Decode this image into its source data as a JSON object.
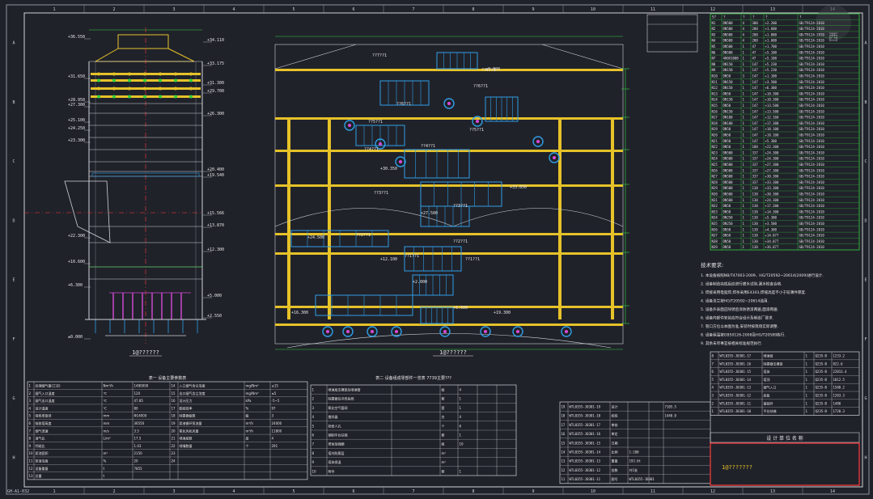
{
  "frame": {
    "col_labels": [
      "1",
      "2",
      "3",
      "4",
      "5",
      "6",
      "7",
      "8",
      "9",
      "10",
      "11",
      "12",
      "13",
      "14"
    ],
    "row_labels": [
      "A",
      "B",
      "C",
      "D",
      "E",
      "F",
      "G",
      "H"
    ],
    "sheet_id": "GH-A1-032"
  },
  "watermark": "西",
  "views": {
    "left_caption": "1@??????",
    "center_caption": "1@??????"
  },
  "elevations_left": [
    "+36.550",
    "+34.110",
    "+33.175",
    "+31.650",
    "+31.300",
    "+29.700",
    "+28.950",
    "+27.300",
    "+26.300",
    "+25.100",
    "+24.250",
    "+23.300",
    "+20.400",
    "+19.540",
    "+15.566",
    "+13.870",
    "+12.300",
    "+22.300",
    "+10.600",
    "+6.300",
    "+5.000",
    "+2.550",
    "±0.000"
  ],
  "center_labels": [
    "??7??1",
    "??7??1",
    "??6??1",
    "??6??1",
    "??5??1",
    "??5??1",
    "??4??1",
    "??4??1",
    "??3??1",
    "??3??1",
    "??2??1",
    "??2??1",
    "??1??1",
    "??1??1",
    "±3.300",
    "+33.850",
    "+30.350",
    "+27.500",
    "+24.500",
    "+19.300",
    "+16.300",
    "+12.100",
    "+3.600",
    "+2.000"
  ],
  "right_table": {
    "header": [
      "S?",
      "?",
      "?",
      "?",
      "?",
      "?"
    ],
    "rows": [
      [
        "N1",
        "DN500",
        "4",
        "300",
        "+2.200",
        "GB/T9124-2010"
      ],
      [
        "N2",
        "DN500",
        "4",
        "200",
        "+1.600",
        "GB/T9124-2010"
      ],
      [
        "N3",
        "DN500",
        "4",
        "200",
        "+1.000",
        "GB/T9124-2010"
      ],
      [
        "N4",
        "DN500",
        "4",
        "200",
        "+1.600",
        "GB/T9124-2010"
      ],
      [
        "N5",
        "DN500",
        "1",
        "47",
        "+1.700",
        "GB/T9124-2010"
      ],
      [
        "N6",
        "DN500",
        "1",
        "47",
        "+5.100",
        "GB/T9124-2010"
      ],
      [
        "N7",
        "400X1000",
        "1",
        "47",
        "+5.100",
        "GB/T9124-2010"
      ],
      [
        "N8",
        "DN150",
        "1",
        "147",
        "+5.230",
        "GB/T9124-2010"
      ],
      [
        "N9",
        "DN150",
        "1",
        "147",
        "+5.230",
        "GB/T9124-2010"
      ],
      [
        "N10",
        "DN50",
        "3",
        "147",
        "+1.100",
        "GB/T9124-2010"
      ],
      [
        "N11",
        "DN150",
        "1",
        "147",
        "+3.500",
        "GB/T9124-2010"
      ],
      [
        "N12",
        "DN150",
        "1",
        "147",
        "+6.300",
        "GB/T9124-2010"
      ],
      [
        "N13",
        "DN50",
        "1",
        "147",
        "+10.300",
        "GB/T9124-2010"
      ],
      [
        "N14",
        "DN150",
        "1",
        "147",
        "+10.300",
        "GB/T9124-2010"
      ],
      [
        "N15",
        "DN50",
        "1",
        "147",
        "+13.500",
        "GB/T9124-2010"
      ],
      [
        "N16",
        "DN150",
        "1",
        "147",
        "+13.500",
        "GB/T9124-2010"
      ],
      [
        "N17",
        "DN100",
        "1",
        "147",
        "+12.160",
        "GB/T9124-2010"
      ],
      [
        "N18",
        "DN100",
        "1",
        "147",
        "+17.300",
        "GB/T9124-2010"
      ],
      [
        "N19",
        "DN50",
        "1",
        "147",
        "+18.100",
        "GB/T9124-2010"
      ],
      [
        "N20",
        "DN50",
        "1",
        "147",
        "+18.100",
        "GB/T9124-2010"
      ],
      [
        "N21",
        "DN50",
        "1",
        "147",
        "+5.300",
        "GB/T9124-2010"
      ],
      [
        "N22",
        "DN50",
        "1",
        "180",
        "+22.300",
        "GB/T9124-2010"
      ],
      [
        "N23",
        "DN500",
        "1",
        "337",
        "+24.300",
        "GB/T9124-2010"
      ],
      [
        "N24",
        "DN500",
        "1",
        "337",
        "+24.300",
        "GB/T9124-2010"
      ],
      [
        "N25",
        "DN500",
        "1",
        "337",
        "+27.300",
        "GB/T9124-2010"
      ],
      [
        "N26",
        "DN500",
        "1",
        "337",
        "+27.300",
        "GB/T9124-2010"
      ],
      [
        "N27",
        "DN500",
        "1",
        "337",
        "+30.300",
        "GB/T9124-2010"
      ],
      [
        "N28",
        "DN500",
        "1",
        "337",
        "+33.300",
        "GB/T9124-2010"
      ],
      [
        "N29",
        "DN500",
        "1",
        "130",
        "+33.300",
        "GB/T9124-2010"
      ],
      [
        "N30",
        "DN500",
        "1",
        "130",
        "+30.300",
        "GB/T9124-2010"
      ],
      [
        "N31",
        "DN500",
        "1",
        "130",
        "+24.300",
        "GB/T9124-2010"
      ],
      [
        "N32",
        "DN50",
        "1",
        "130",
        "+17.200",
        "GB/T9124-2010"
      ],
      [
        "N33",
        "DN50",
        "1",
        "130",
        "+14.300",
        "GB/T9124-2010"
      ],
      [
        "N34",
        "DN250",
        "1",
        "130",
        "+5.300",
        "GB/T9124-2010"
      ],
      [
        "N35",
        "DN250",
        "1",
        "130",
        "+3.500",
        "GB/T9124-2010"
      ],
      [
        "N36",
        "DN50",
        "1",
        "130",
        "+4.300",
        "GB/T9124-2010"
      ],
      [
        "N37",
        "DN50",
        "1",
        "130",
        "+14.077",
        "GB/T9124-2010"
      ],
      [
        "N38",
        "DN50",
        "1",
        "130",
        "+34.077",
        "GB/T9124-2010"
      ],
      [
        "N39",
        "DN50",
        "1",
        "130",
        "+36.077",
        "GB/T9124-2010"
      ]
    ]
  },
  "tech_notes": {
    "title": "技术要求:",
    "lines": [
      "1. 本设备按照NB/T47003-2009、HG/T20592~20614(2009)进行设计.",
      "2. 设备制造完成后应进行盛水试验,漏水检查合格.",
      "3. 焊接采用电弧焊,焊条采用E4303,焊缝高度不小于较薄件厚度.",
      "4. 设备法兰按HG/T20592~20614选用.",
      "5. 设备外表面应除锈后涂防锈漆两遍,面漆两遍.",
      "6. 设备内部件安装应符合设计及制造厂要求.",
      "7. 管口方位以本图为准,安装时按现场实际调整.",
      "8. 设备保温按GB50126-2008及HG/T20589执行.",
      "9. 其余未尽事宜按相关标准规范执行."
    ]
  },
  "bottom_table1": {
    "title": "表一  设备主要参数表",
    "rows": [
      [
        "1",
        "处理烟气量(工况)",
        "Nm³/h",
        "1480000",
        "14",
        "入口烟气含尘浓度",
        "mg/Nm³",
        "≤15"
      ],
      [
        "2",
        "烟气入口温度",
        "℃",
        "120",
        "15",
        "出口烟气含尘浓度",
        "mg/Nm³",
        "≤5"
      ],
      [
        "3",
        "烟气出口温度",
        "℃",
        "47.85",
        "16",
        "设计压力",
        "kPa",
        "-5~5"
      ],
      [
        "4",
        "设计温度",
        "℃",
        "80",
        "17",
        "脱硫效率",
        "%",
        "97"
      ],
      [
        "5",
        "吸收塔直径",
        "mm",
        "Φ14000",
        "18",
        "除雾器级数",
        "级",
        "3"
      ],
      [
        "6",
        "吸收塔高度",
        "mm",
        "36550",
        "19",
        "浆液循环泵流量",
        "m³/h",
        "24000"
      ],
      [
        "7",
        "烟气流速",
        "m/s",
        "3.5",
        "20",
        "氧化风机风量",
        "m³/h",
        "11800"
      ],
      [
        "8",
        "液气比",
        "L/m³",
        "17.5",
        "21",
        "喷淋层数",
        "层",
        "4"
      ],
      [
        "9",
        "钙硫比",
        "",
        "1.03",
        "22",
        "喷嘴数量",
        "个",
        "291"
      ],
      [
        "10",
        "浆池容积",
        "m³",
        "2150",
        "23",
        "",
        "",
        ""
      ],
      [
        "11",
        "浆液浓度",
        "%",
        "20",
        "24",
        "",
        "",
        ""
      ],
      [
        "12",
        "设备重量",
        "t",
        "7855",
        "",
        "",
        "",
        ""
      ],
      [
        "13",
        "总重",
        "t",
        "",
        "",
        "",
        "",
        ""
      ]
    ]
  },
  "bottom_table2": {
    "title": "表二  设备组成零部件一览表  7739主要???",
    "rows": [
      [
        "1",
        "喷淋层支撑梁及喷淋管",
        "",
        "组",
        "4",
        "",
        ""
      ],
      [
        "2",
        "除雾器及冲洗系统",
        "",
        "套",
        "1",
        "",
        ""
      ],
      [
        "3",
        "氧化空气管网",
        "",
        "套",
        "1",
        "",
        ""
      ],
      [
        "4",
        "搅拌器",
        "",
        "台",
        "4",
        "",
        ""
      ],
      [
        "5",
        "检修人孔",
        "",
        "个",
        "6",
        "",
        ""
      ],
      [
        "6",
        "钢制平台扶梯",
        "",
        "套",
        "1",
        "",
        ""
      ],
      [
        "7",
        "塔体加强圈",
        "",
        "组",
        "10",
        "",
        ""
      ],
      [
        "8",
        "塔内防腐层",
        "",
        "m²",
        "",
        "",
        ""
      ],
      [
        "9",
        "塔体保温",
        "",
        "m²",
        "",
        "",
        ""
      ],
      [
        "10",
        "附件",
        "",
        "套",
        "1",
        "",
        ""
      ]
    ]
  },
  "parts_list": {
    "rows": [
      [
        "8",
        "WTL0355-J0301-17",
        "喷淋层",
        "1",
        "Q235-B",
        "1233.2"
      ],
      [
        "7",
        "WTL0355-J0301-16",
        "除雾器支撑梁",
        "1",
        "Q235-B",
        "822.6"
      ],
      [
        "6",
        "WTL0355-J0301-15",
        "塔体",
        "1",
        "Q235-B",
        "22013.4"
      ],
      [
        "5",
        "WTL0355-J0301-14",
        "塔顶",
        "1",
        "Q235-B",
        "1012.5"
      ],
      [
        "4",
        "WTL0355-J0301-13",
        "烟气入口",
        "1",
        "Q235-B",
        "1580.2"
      ],
      [
        "3",
        "WTL0355-J0301-12",
        "底板",
        "1",
        "Q235-B",
        "1203.3"
      ],
      [
        "2",
        "WTL0355-J0301-11",
        "基础环",
        "1",
        "Q235-B",
        "1480"
      ],
      [
        "1",
        "WTL0355-J0301-10",
        "平台扶梯",
        "1",
        "Q235-B",
        "1720.3"
      ]
    ]
  },
  "title_block": {
    "header": "设 计 单 位 名 称",
    "drawing_title": "1@???????",
    "rows": [
      [
        "19",
        "WTL0355-J0301-19",
        "设计",
        "",
        "",
        "7105.5"
      ],
      [
        "18",
        "WTL0355-J0301-18",
        "校核",
        "",
        "",
        "1440.0"
      ],
      [
        "17",
        "WTL0355-J0301-17",
        "审核",
        "",
        "",
        ""
      ],
      [
        "16",
        "WTL0355-J0301-16",
        "审定",
        "",
        "",
        ""
      ],
      [
        "15",
        "WTL0355-J0301-15",
        "日期",
        "",
        "",
        ""
      ],
      [
        "14",
        "WTL0355-J0301-14",
        "比例",
        "1:100",
        "",
        ""
      ],
      [
        "13",
        "WTL0355-J0301-13",
        "重量",
        "193.6t",
        "",
        ""
      ],
      [
        "12",
        "WTL0355-J0301-12",
        "张数",
        "共1张",
        "",
        ""
      ],
      [
        "11",
        "WTL0355-J0301-11",
        "图号",
        "WTL0355-J0301",
        "",
        ""
      ]
    ]
  },
  "colors": {
    "background": "#20222a",
    "frame": "#cfd3d8",
    "vessel_yellow": "#e6c229",
    "pipe_cyan": "#2f9fe6",
    "dim_green": "#35d13d",
    "text_white": "#e6e6e6",
    "highlight_red": "#ff3b3b",
    "magenta": "#d64ad6"
  }
}
